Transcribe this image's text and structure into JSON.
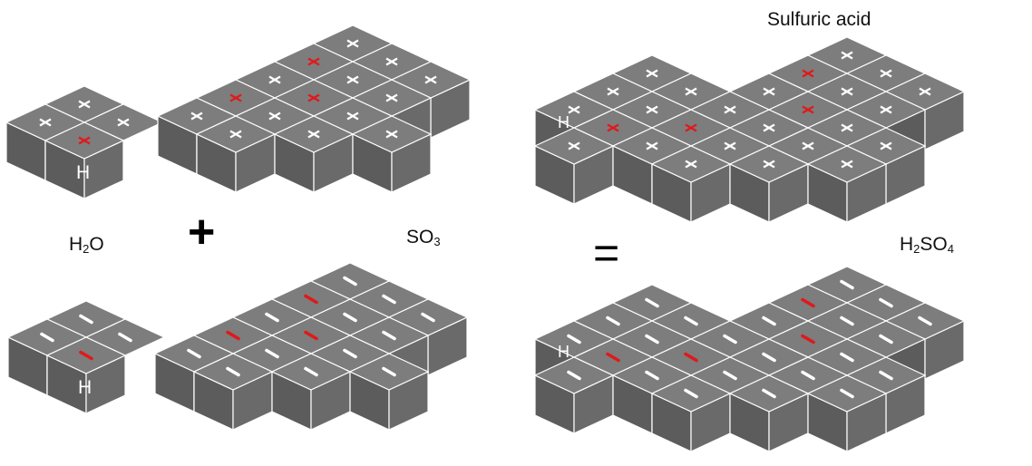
{
  "labels": {
    "title": "Sulfuric acid",
    "water": {
      "a": "H",
      "n": "2",
      "b": "O"
    },
    "so3": {
      "a": "SO",
      "n": "3"
    },
    "h2so4": {
      "a": "H",
      "n": "2",
      "b": "SO",
      "m": "4"
    },
    "plus": "+",
    "equals": "=",
    "h_atom": "H"
  },
  "colors": {
    "top": "#7d7d7d",
    "left": "#5c5c5c",
    "right": "#6a6a6a",
    "edge": "#ffffff",
    "mark": "#ffffff",
    "highlight": "#e0191c"
  },
  "marks": {
    "upper_row": "cross",
    "lower_row": "dash"
  }
}
